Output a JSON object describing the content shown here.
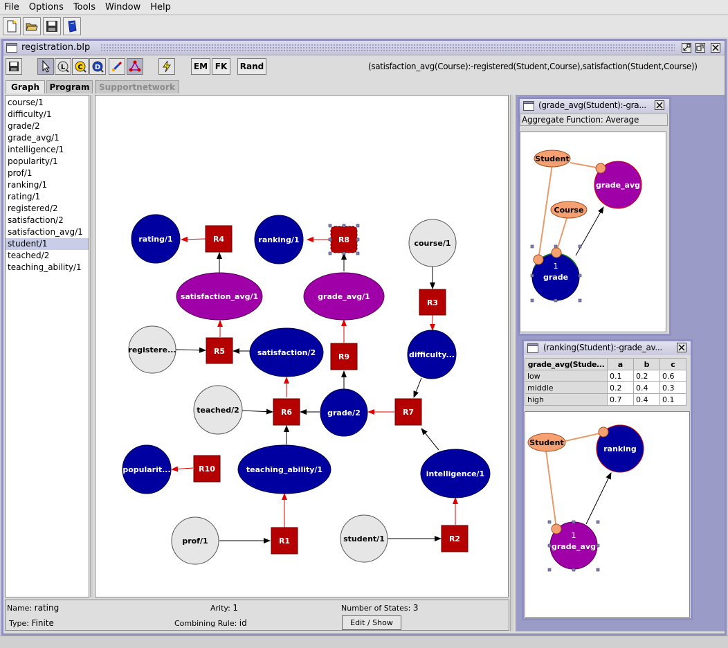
{
  "menubar": {
    "items": [
      {
        "label": "File"
      },
      {
        "label": "Options"
      },
      {
        "label": "Tools"
      },
      {
        "label": "Window"
      },
      {
        "label": "Help"
      }
    ]
  },
  "window": {
    "title": "registration.blp"
  },
  "app_toolbar": {
    "em_label": "EM",
    "fk_label": "FK",
    "rand_label": "Rand",
    "rule_text": "(satisfaction_avg(Course):-registered(Student,Course),satisfaction(Student,Course))"
  },
  "tabs": [
    {
      "label": "Graph",
      "active": true
    },
    {
      "label": "Program",
      "active": false
    },
    {
      "label": "Supportnetwork",
      "active": false,
      "disabled": true
    }
  ],
  "predicates": [
    "course/1",
    "difficulty/1",
    "grade/2",
    "grade_avg/1",
    "intelligence/1",
    "popularity/1",
    "prof/1",
    "ranking/1",
    "rating/1",
    "registered/2",
    "satisfaction/2",
    "satisfaction_avg/1",
    "student/1",
    "teached/2",
    "teaching_ability/1"
  ],
  "selected_predicate": "student/1",
  "graph": {
    "nodes": {
      "rating": "rating/1",
      "r4": "R4",
      "ranking": "ranking/1",
      "r8": "R8",
      "course": "course/1",
      "satisfaction_avg": "satisfaction_avg/1",
      "grade_avg": "grade_avg/1",
      "r3": "R3",
      "registered": "registere...",
      "r5": "R5",
      "satisfaction": "satisfaction/2",
      "r9": "R9",
      "difficulty": "difficulty...",
      "teached": "teached/2",
      "r6": "R6",
      "grade": "grade/2",
      "r7": "R7",
      "popularity": "popularit...",
      "r10": "R10",
      "teaching_ability": "teaching_ability/1",
      "intelligence": "intelligence/1",
      "prof": "prof/1",
      "r1": "R1",
      "student": "student/1",
      "r2": "R2"
    },
    "colors": {
      "logical": "#e6e6e6",
      "probabilistic": "#0000a0",
      "aggregate": "#a000a8",
      "rule": "#b40000",
      "red_edge": "#e00000"
    }
  },
  "info": {
    "name_label": "Name:",
    "name_value": "rating",
    "type_label": "Type:",
    "type_value": "Finite",
    "arity_label": "Arity:",
    "arity_value": "1",
    "combining_label": "Combining Rule:",
    "combining_value": "id",
    "states_label": "Number of States:",
    "states_value": "3",
    "edit_button": "Edit / Show"
  },
  "side_window_1": {
    "title": "(grade_avg(Student):-gra...",
    "subtitle": "Aggregate Function: Average",
    "nodes": {
      "student": "Student",
      "course": "Course",
      "grade_avg": "grade_avg",
      "grade_num": "1",
      "grade": "grade"
    }
  },
  "side_window_2": {
    "title": "(ranking(Student):-grade_av...",
    "table": {
      "headers": [
        "grade_avg(Stude...",
        "a",
        "b",
        "c"
      ],
      "rows": [
        [
          "low",
          "0.1",
          "0.2",
          "0.6"
        ],
        [
          "middle",
          "0.2",
          "0.4",
          "0.3"
        ],
        [
          "high",
          "0.7",
          "0.4",
          "0.1"
        ]
      ]
    },
    "nodes": {
      "student": "Student",
      "ranking": "ranking",
      "grade_avg_num": "1",
      "grade_avg": "grade_avg"
    }
  }
}
